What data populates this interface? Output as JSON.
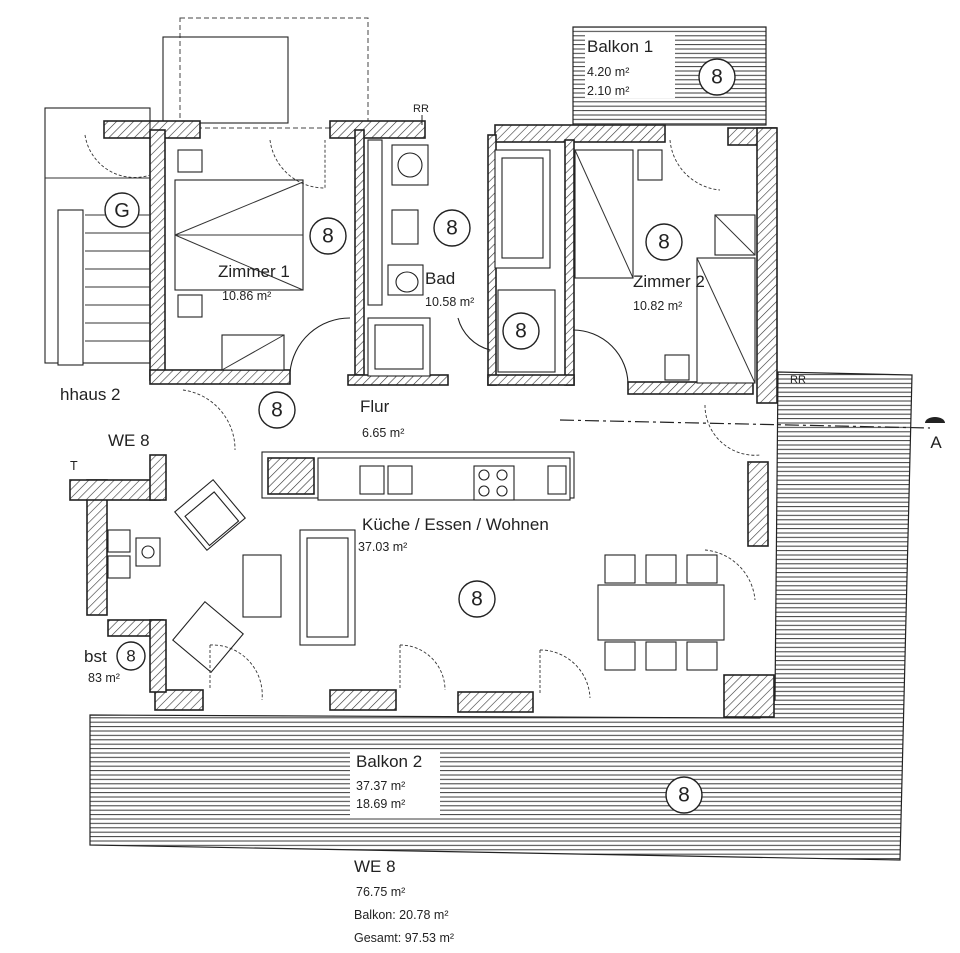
{
  "stair_marker": "G",
  "section_marker": "A",
  "pipe_label": "RR",
  "rooms": [
    {
      "name": "Zimmer 1",
      "area": "10.86 m²",
      "number": "8"
    },
    {
      "name": "Bad",
      "area": "10.58 m²",
      "number": "8"
    },
    {
      "name": "Zimmer 2",
      "area": "10.82 m²",
      "number": "8"
    },
    {
      "name": "Flur",
      "area": "6.65 m²",
      "number": "8"
    },
    {
      "name": "Küche / Essen / Wohnen",
      "area": "37.03 m²",
      "number": "8"
    },
    {
      "name": "Balkon 1",
      "area": "4.20 m²",
      "area2": "2.10 m²",
      "number": "8"
    },
    {
      "name": "Balkon 2",
      "area": "37.37 m²",
      "area2": "18.69 m²",
      "number": "8"
    },
    {
      "name": "bst",
      "area": "83 m²",
      "number": "8"
    }
  ],
  "wc_number": "8",
  "stairhouse": {
    "label": "hhaus 2",
    "unit": "WE 8"
  },
  "summary": {
    "unit": "WE 8",
    "area": "76.75 m²",
    "balcony": "Balkon: 20.78 m²",
    "total": "Gesamt: 97.53 m²"
  }
}
